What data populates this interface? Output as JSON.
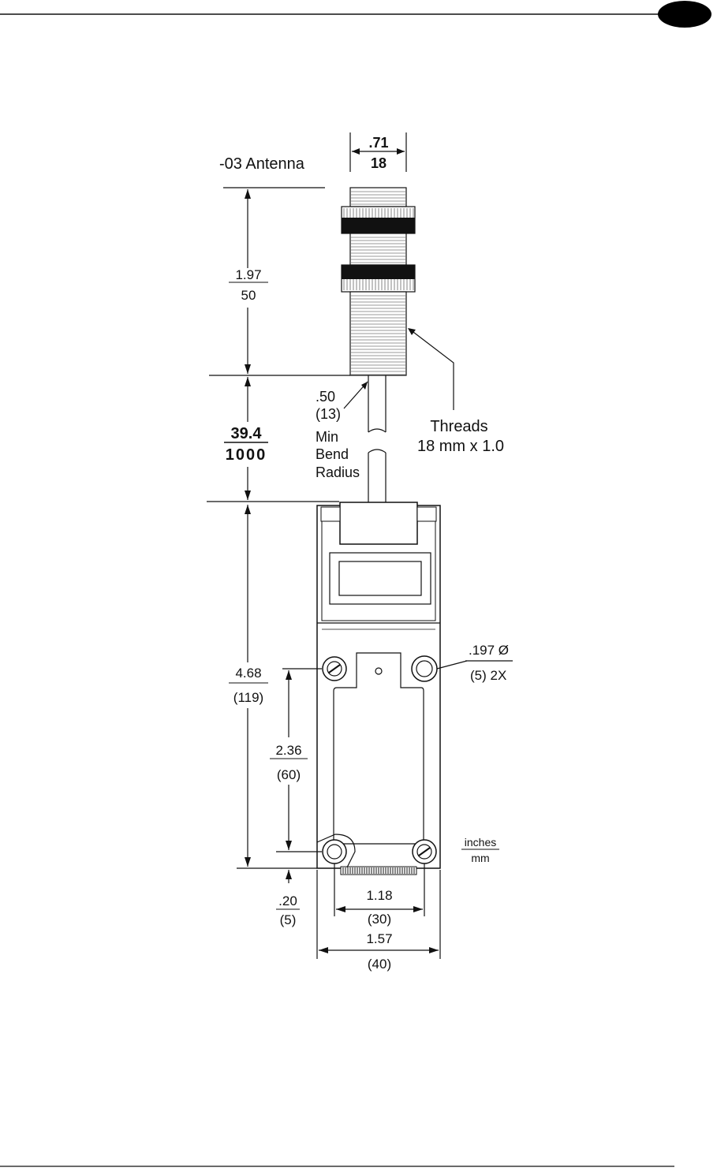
{
  "page": {
    "header_badge_text": "",
    "title": "-03 Antenna"
  },
  "dimensions": {
    "top_width_in": ".71",
    "top_width_mm": "18",
    "head_height_in": "1.97",
    "head_height_mm": "50",
    "cable_length_in": "39.4",
    "cable_length_mm": "1000",
    "bend_radius_in": ".50",
    "bend_radius_mm": "(13)",
    "bend_label_1": "Min",
    "bend_label_2": "Bend",
    "bend_label_3": "Radius",
    "threads_label_1": "Threads",
    "threads_label_2": "18 mm x 1.0",
    "body_height_in": "4.68",
    "body_height_mm": "(119)",
    "hole_spacing_v_in": "2.36",
    "hole_spacing_v_mm": "(60)",
    "hole_dia_in": ".197 Ø",
    "hole_dia_mm": "(5) 2X",
    "hole_offset_in": ".20",
    "hole_offset_mm": "(5)",
    "hole_spacing_h_in": "1.18",
    "hole_spacing_h_mm": "(30)",
    "body_width_in": "1.57",
    "body_width_mm": "(40)",
    "units_top": "inches",
    "units_bottom": "mm"
  },
  "colors": {
    "ink": "#111111",
    "badge": "#000000"
  }
}
